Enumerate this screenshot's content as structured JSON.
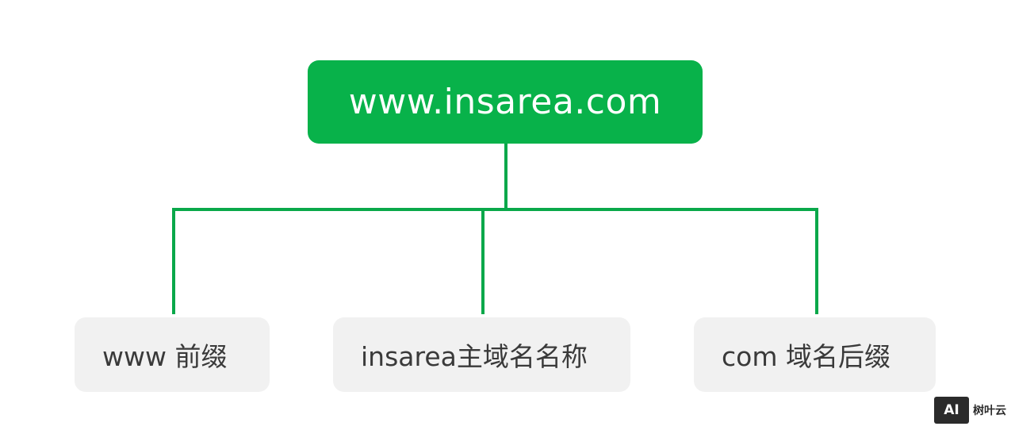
{
  "diagram": {
    "root": {
      "label": "www.insarea.com"
    },
    "children": [
      {
        "label": "www 前缀"
      },
      {
        "label": "insarea主域名名称"
      },
      {
        "label": "com 域名后缀"
      }
    ]
  },
  "colors": {
    "accent": "#08b24a",
    "leaf_bg": "#f1f1f1",
    "leaf_text": "#3a3a3a",
    "connector": "#0aa84a"
  },
  "watermark": {
    "logo_text": "AI",
    "brand": "树叶云"
  }
}
